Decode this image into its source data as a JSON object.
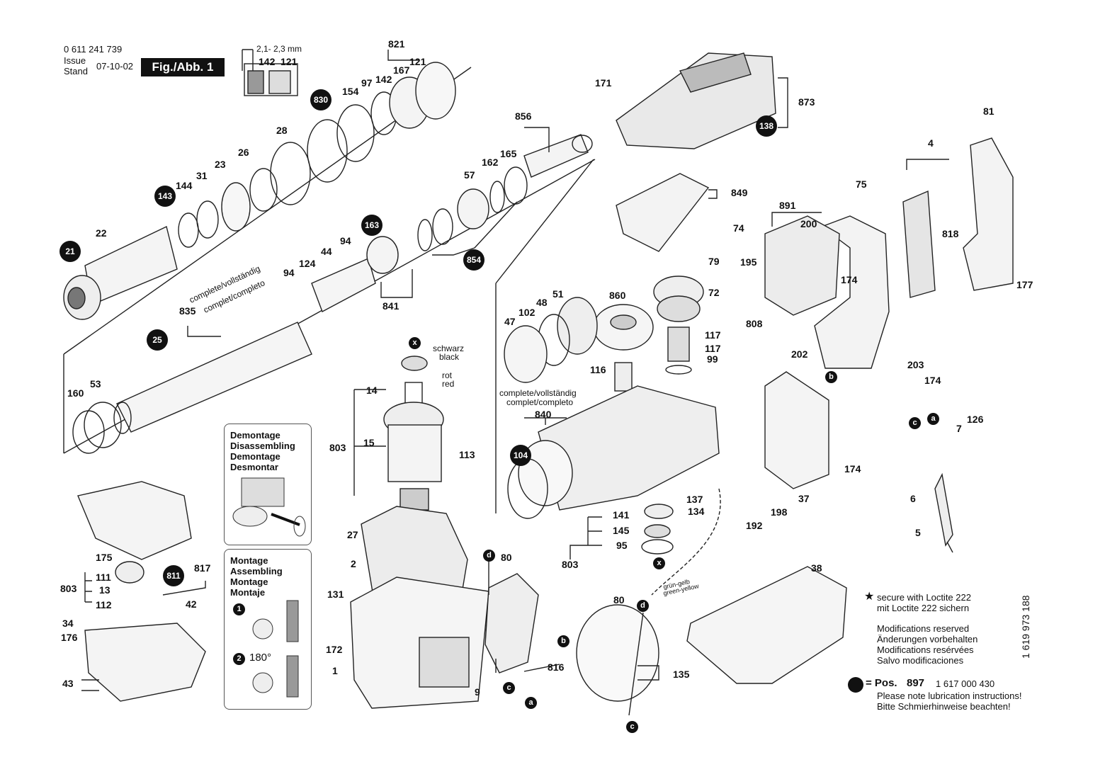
{
  "header": {
    "part_number": "0 611 241 739",
    "issue_label": "Issue",
    "stand_label": "Stand",
    "issue_date": "07-10-02",
    "figure_label": "Fig./Abb. 1",
    "dimension_note": "2,1- 2,3 mm"
  },
  "callouts": {
    "c142a": "142",
    "c121a": "121",
    "c821": "821",
    "c121b": "121",
    "c167": "167",
    "c142b": "142",
    "c97": "97",
    "c154": "154",
    "c28": "28",
    "c26": "26",
    "c23": "23",
    "c31": "31",
    "c144": "144",
    "c22": "22",
    "c94a": "94",
    "c44": "44",
    "c124": "124",
    "c94b": "94",
    "c835": "835",
    "c841": "841",
    "c53": "53",
    "c160": "160",
    "c856": "856",
    "c165": "165",
    "c162": "162",
    "c57": "57",
    "c171": "171",
    "c873": "873",
    "c81": "81",
    "c849": "849",
    "c74": "74",
    "c79": "79",
    "c72": "72",
    "c860": "860",
    "c51": "51",
    "c48": "48",
    "c102": "102",
    "c47": "47",
    "c116": "116",
    "c117a": "117",
    "c117b": "117",
    "c99": "99",
    "c4": "4",
    "c891": "891",
    "c200": "200",
    "c75": "75",
    "c818": "818",
    "c195": "195",
    "c174a": "174",
    "c808": "808",
    "c177": "177",
    "c202": "202",
    "c203": "203",
    "c174b": "174",
    "c174c": "174",
    "c14": "14",
    "c803a": "803",
    "c15": "15",
    "c113": "113",
    "c840": "840",
    "c141": "141",
    "c145": "145",
    "c95": "95",
    "c803b": "803",
    "c137": "137",
    "c134": "134",
    "c192": "192",
    "c198": "198",
    "c37": "37",
    "c126": "126",
    "c7": "7",
    "c6": "6",
    "c5": "5",
    "c27": "27",
    "c2": "2",
    "c131": "131",
    "c172": "172",
    "c1": "1",
    "c9": "9",
    "c175": "175",
    "c111": "111",
    "c13": "13",
    "c112": "112",
    "c803c": "803",
    "c817": "817",
    "c42": "42",
    "c34": "34",
    "c176": "176",
    "c43": "43",
    "c80a": "80",
    "c80b": "80",
    "c816": "816",
    "c135": "135",
    "c38": "38"
  },
  "markers": {
    "m830": "830",
    "m143": "143",
    "m21": "21",
    "m163": "163",
    "m854": "854",
    "m25": "25",
    "m138": "138",
    "m104": "104",
    "m811": "811"
  },
  "wire_markers": {
    "x_top": "x",
    "x_bottom": "x",
    "b1": "b",
    "b2": "b",
    "c1": "c",
    "c2": "c",
    "c3": "c",
    "a1": "a",
    "a2": "a",
    "d1": "d",
    "d2": "d"
  },
  "labels": {
    "complete_top": "complete/vollständig",
    "complete_bottom": "complet/completo",
    "complete2_top": "complete/vollständig",
    "complete2_bottom": "complet/completo",
    "schwarz": "schwarz",
    "black": "black",
    "rot": "rot",
    "red": "red",
    "gruen_gelb": "grün-gelb",
    "green_yellow": "green-yellow"
  },
  "demontage_box": {
    "lines": [
      "Demontage",
      "Disassembling",
      "Demontage",
      "Desmontar"
    ]
  },
  "montage_box": {
    "lines": [
      "Montage",
      "Assembling",
      "Montage",
      "Montaje"
    ],
    "step1": "1",
    "step2": "2",
    "angle": "180°"
  },
  "notes": {
    "loctite_1": "secure with Loctite 222",
    "loctite_2": "mit Loctite 222 sichern",
    "mod_1": "Modifications reserved",
    "mod_2": "Änderungen vorbehalten",
    "mod_3": "Modifications resérvées",
    "mod_4": "Salvo modificaciones",
    "pos_label": "= Pos.",
    "pos_num": "897",
    "pos_part": "1 617 000 430",
    "lub_1": "Please note lubrication instructions!",
    "lub_2": "Bitte Schmierhinweise beachten!",
    "doc_number": "1 619 973 188"
  }
}
